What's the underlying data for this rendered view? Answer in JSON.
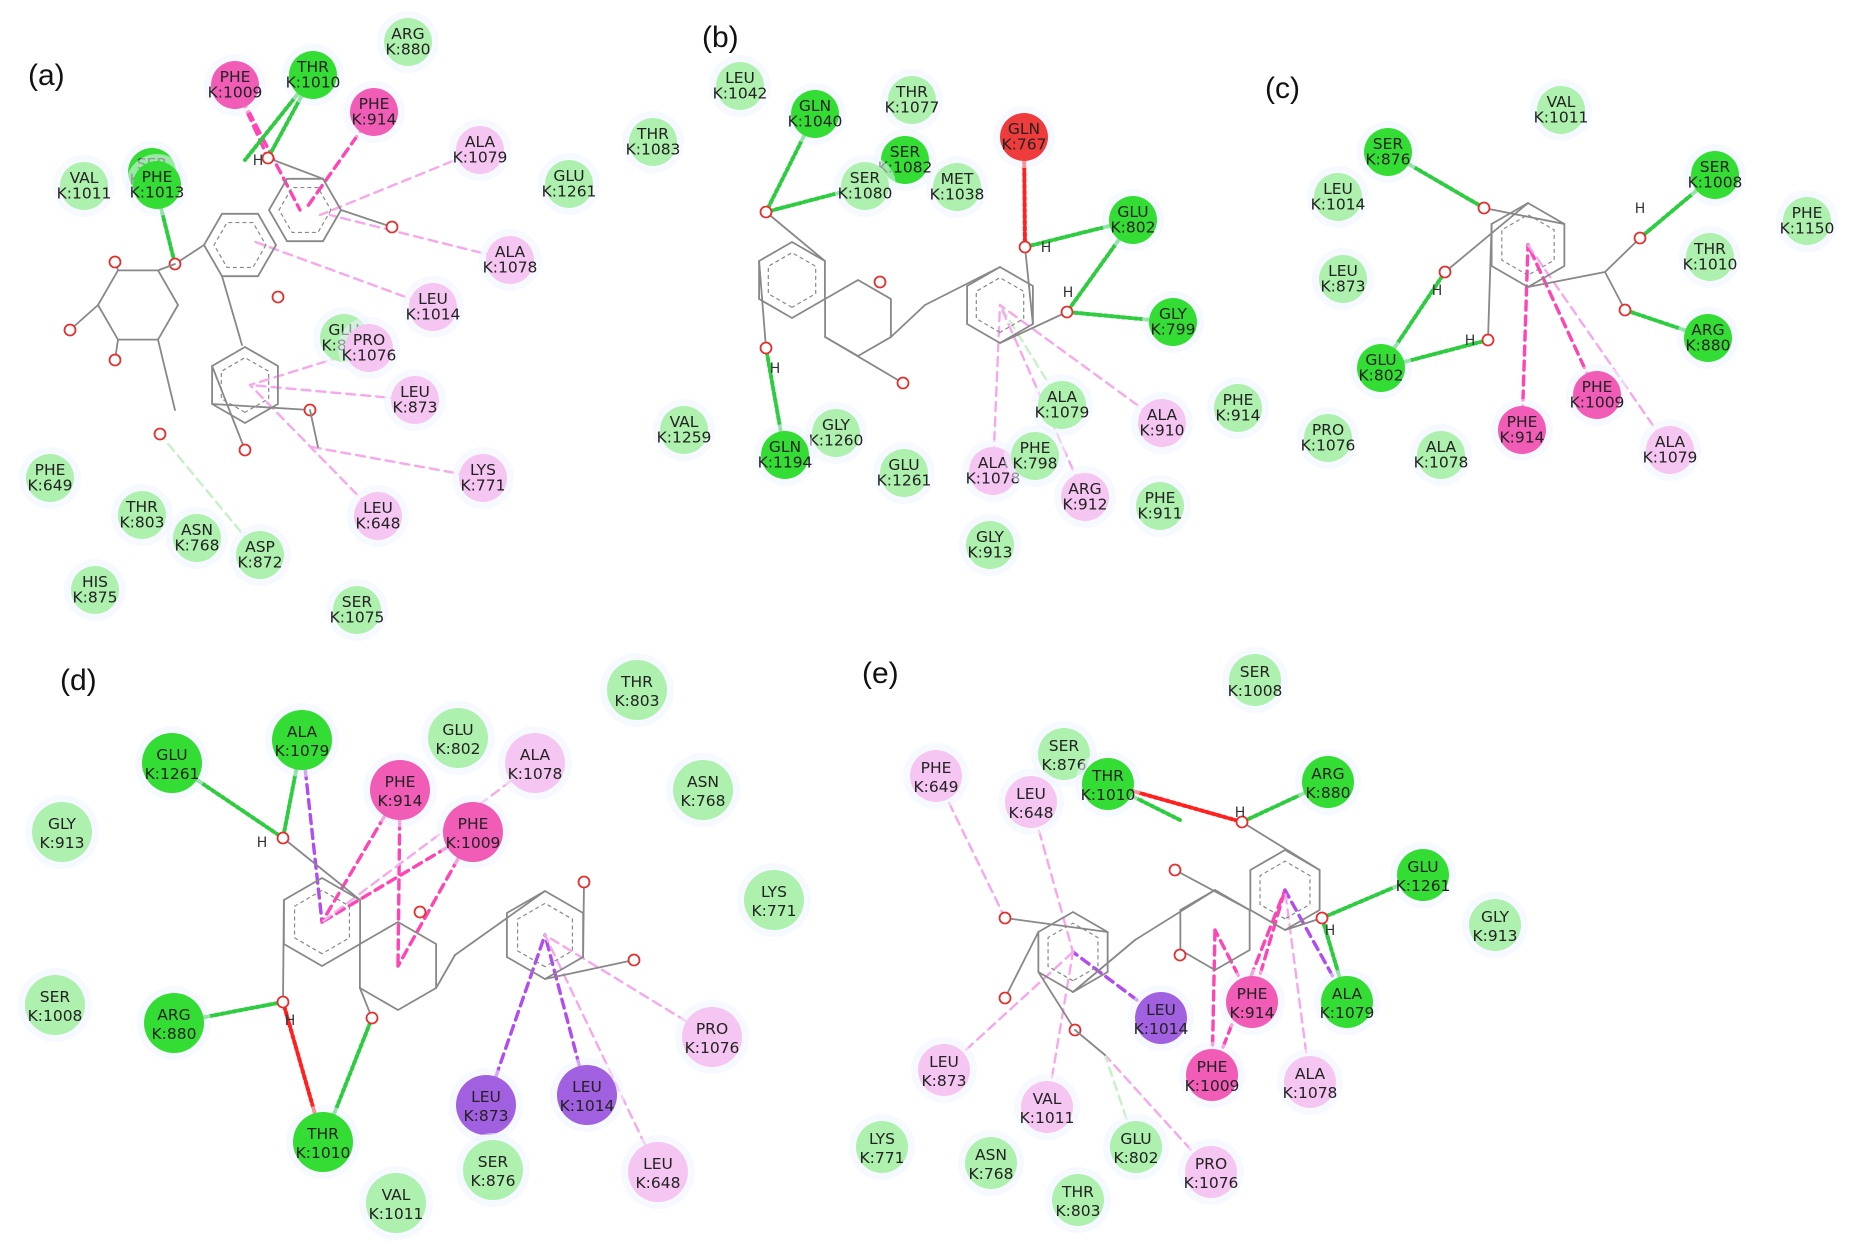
{
  "colors": {
    "conventional_hbond": "#2ecc40",
    "carbon_hbond": "#c8f0c8",
    "unfavorable": "#ff2020",
    "pi_pi": "#ff44b4",
    "pi_alkyl": "#f7a8ec",
    "pi_sigma": "#b04cf0",
    "residue_vdw": "#aef0ae",
    "residue_hbond": "#33dd33",
    "residue_pipi": "#f05cb6",
    "residue_alkyl": "#f6c6f2",
    "residue_unfav": "#ee3b3b",
    "residue_sigma": "#a060e0",
    "ligand": "#888888",
    "oxygen": "#e03030"
  },
  "panels": [
    {
      "label": "(a)",
      "residues": [
        {
          "name": "PHE",
          "id": "K:1009",
          "kind": "pipi"
        },
        {
          "name": "THR",
          "id": "K:1010",
          "kind": "hbond"
        },
        {
          "name": "ARG",
          "id": "K:880",
          "kind": "vdw"
        },
        {
          "name": "PHE",
          "id": "K:914",
          "kind": "pipi"
        },
        {
          "name": "ALA",
          "id": "K:1079",
          "kind": "alkyl"
        },
        {
          "name": "THR",
          "id": "K:1083",
          "kind": "vdw"
        },
        {
          "name": "GLU",
          "id": "K:1261",
          "kind": "vdw"
        },
        {
          "name": "VAL",
          "id": "K:1011",
          "kind": "vdw"
        },
        {
          "name": "SER",
          "id": "K:876",
          "kind": "hbond"
        },
        {
          "name": "PHE",
          "id": "K:1013",
          "kind": "hbond"
        },
        {
          "name": "ALA",
          "id": "K:1078",
          "kind": "alkyl"
        },
        {
          "name": "LEU",
          "id": "K:1014",
          "kind": "alkyl"
        },
        {
          "name": "GLU",
          "id": "K:802",
          "kind": "vdw"
        },
        {
          "name": "PRO",
          "id": "K:1076",
          "kind": "alkyl"
        },
        {
          "name": "LEU",
          "id": "K:873",
          "kind": "alkyl"
        },
        {
          "name": "PHE",
          "id": "K:649",
          "kind": "vdw"
        },
        {
          "name": "LYS",
          "id": "K:771",
          "kind": "alkyl"
        },
        {
          "name": "THR",
          "id": "K:803",
          "kind": "vdw"
        },
        {
          "name": "LEU",
          "id": "K:648",
          "kind": "alkyl"
        },
        {
          "name": "ASN",
          "id": "K:768",
          "kind": "vdw"
        },
        {
          "name": "ASP",
          "id": "K:872",
          "kind": "vdw"
        },
        {
          "name": "HIS",
          "id": "K:875",
          "kind": "vdw"
        },
        {
          "name": "SER",
          "id": "K:1075",
          "kind": "vdw"
        }
      ]
    },
    {
      "label": "(b)",
      "residues": [
        {
          "name": "LEU",
          "id": "K:1042",
          "kind": "vdw"
        },
        {
          "name": "GLN",
          "id": "K:1040",
          "kind": "hbond"
        },
        {
          "name": "THR",
          "id": "K:1077",
          "kind": "vdw"
        },
        {
          "name": "GLN",
          "id": "K:767",
          "kind": "unfav"
        },
        {
          "name": "SER",
          "id": "K:1082",
          "kind": "hbond"
        },
        {
          "name": "SER",
          "id": "K:1080",
          "kind": "vdw"
        },
        {
          "name": "MET",
          "id": "K:1038",
          "kind": "vdw"
        },
        {
          "name": "GLU",
          "id": "K:802",
          "kind": "hbond"
        },
        {
          "name": "GLY",
          "id": "K:799",
          "kind": "hbond"
        },
        {
          "name": "ALA",
          "id": "K:1079",
          "kind": "vdw"
        },
        {
          "name": "PHE",
          "id": "K:914",
          "kind": "vdw"
        },
        {
          "name": "ALA",
          "id": "K:910",
          "kind": "alkyl"
        },
        {
          "name": "VAL",
          "id": "K:1259",
          "kind": "vdw"
        },
        {
          "name": "GLY",
          "id": "K:1260",
          "kind": "vdw"
        },
        {
          "name": "GLN",
          "id": "K:1194",
          "kind": "hbond"
        },
        {
          "name": "GLU",
          "id": "K:1261",
          "kind": "vdw"
        },
        {
          "name": "ALA",
          "id": "K:1078",
          "kind": "alkyl"
        },
        {
          "name": "PHE",
          "id": "K:798",
          "kind": "vdw"
        },
        {
          "name": "ARG",
          "id": "K:912",
          "kind": "alkyl"
        },
        {
          "name": "PHE",
          "id": "K:911",
          "kind": "vdw"
        },
        {
          "name": "GLY",
          "id": "K:913",
          "kind": "vdw"
        }
      ]
    },
    {
      "label": "(c)",
      "residues": [
        {
          "name": "VAL",
          "id": "K:1011",
          "kind": "vdw"
        },
        {
          "name": "SER",
          "id": "K:876",
          "kind": "hbond"
        },
        {
          "name": "SER",
          "id": "K:1008",
          "kind": "hbond"
        },
        {
          "name": "LEU",
          "id": "K:1014",
          "kind": "vdw"
        },
        {
          "name": "PHE",
          "id": "K:1150",
          "kind": "vdw"
        },
        {
          "name": "THR",
          "id": "K:1010",
          "kind": "vdw"
        },
        {
          "name": "LEU",
          "id": "K:873",
          "kind": "vdw"
        },
        {
          "name": "ARG",
          "id": "K:880",
          "kind": "hbond"
        },
        {
          "name": "GLU",
          "id": "K:802",
          "kind": "hbond"
        },
        {
          "name": "PHE",
          "id": "K:1009",
          "kind": "pipi"
        },
        {
          "name": "PHE",
          "id": "K:914",
          "kind": "pipi"
        },
        {
          "name": "PRO",
          "id": "K:1076",
          "kind": "vdw"
        },
        {
          "name": "ALA",
          "id": "K:1078",
          "kind": "vdw"
        },
        {
          "name": "ALA",
          "id": "K:1079",
          "kind": "alkyl"
        }
      ]
    },
    {
      "label": "(d)",
      "residues": [
        {
          "name": "THR",
          "id": "K:803",
          "kind": "vdw"
        },
        {
          "name": "GLU",
          "id": "K:1261",
          "kind": "hbond"
        },
        {
          "name": "ALA",
          "id": "K:1079",
          "kind": "hbond"
        },
        {
          "name": "GLU",
          "id": "K:802",
          "kind": "vdw"
        },
        {
          "name": "ALA",
          "id": "K:1078",
          "kind": "alkyl"
        },
        {
          "name": "PHE",
          "id": "K:914",
          "kind": "pipi"
        },
        {
          "name": "PHE",
          "id": "K:1009",
          "kind": "pipi"
        },
        {
          "name": "ASN",
          "id": "K:768",
          "kind": "vdw"
        },
        {
          "name": "GLY",
          "id": "K:913",
          "kind": "vdw"
        },
        {
          "name": "LYS",
          "id": "K:771",
          "kind": "vdw"
        },
        {
          "name": "SER",
          "id": "K:1008",
          "kind": "vdw"
        },
        {
          "name": "ARG",
          "id": "K:880",
          "kind": "hbond"
        },
        {
          "name": "PRO",
          "id": "K:1076",
          "kind": "alkyl"
        },
        {
          "name": "LEU",
          "id": "K:873",
          "kind": "sigma"
        },
        {
          "name": "LEU",
          "id": "K:1014",
          "kind": "sigma"
        },
        {
          "name": "THR",
          "id": "K:1010",
          "kind": "hbond"
        },
        {
          "name": "LEU",
          "id": "K:648",
          "kind": "alkyl"
        },
        {
          "name": "SER",
          "id": "K:876",
          "kind": "vdw"
        },
        {
          "name": "VAL",
          "id": "K:1011",
          "kind": "vdw"
        }
      ]
    },
    {
      "label": "(e)",
      "residues": [
        {
          "name": "SER",
          "id": "K:1008",
          "kind": "vdw"
        },
        {
          "name": "SER",
          "id": "K:876",
          "kind": "vdw"
        },
        {
          "name": "PHE",
          "id": "K:649",
          "kind": "alkyl"
        },
        {
          "name": "THR",
          "id": "K:1010",
          "kind": "hbond"
        },
        {
          "name": "ARG",
          "id": "K:880",
          "kind": "hbond"
        },
        {
          "name": "LEU",
          "id": "K:648",
          "kind": "alkyl"
        },
        {
          "name": "GLU",
          "id": "K:1261",
          "kind": "hbond"
        },
        {
          "name": "GLY",
          "id": "K:913",
          "kind": "vdw"
        },
        {
          "name": "PHE",
          "id": "K:914",
          "kind": "pipi"
        },
        {
          "name": "LEU",
          "id": "K:1014",
          "kind": "sigma"
        },
        {
          "name": "ALA",
          "id": "K:1079",
          "kind": "hbond"
        },
        {
          "name": "LEU",
          "id": "K:873",
          "kind": "alkyl"
        },
        {
          "name": "PHE",
          "id": "K:1009",
          "kind": "pipi"
        },
        {
          "name": "ALA",
          "id": "K:1078",
          "kind": "alkyl"
        },
        {
          "name": "VAL",
          "id": "K:1011",
          "kind": "alkyl"
        },
        {
          "name": "LYS",
          "id": "K:771",
          "kind": "vdw"
        },
        {
          "name": "GLU",
          "id": "K:802",
          "kind": "vdw"
        },
        {
          "name": "ASN",
          "id": "K:768",
          "kind": "vdw"
        },
        {
          "name": "PRO",
          "id": "K:1076",
          "kind": "alkyl"
        },
        {
          "name": "THR",
          "id": "K:803",
          "kind": "vdw"
        }
      ]
    }
  ]
}
